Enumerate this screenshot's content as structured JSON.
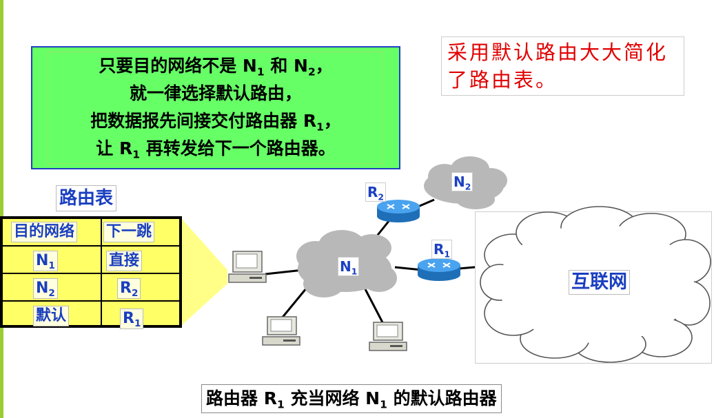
{
  "policy_box": {
    "line1_a": "只要目的网络不是 N",
    "line1_sub1": "1",
    "line1_b": " 和 N",
    "line1_sub2": "2",
    "line1_c": "，",
    "line2": "就一律选择默认路由，",
    "line3_a": "把数据报先间接交付路由器 R",
    "line3_sub": "1",
    "line3_b": "，",
    "line4_a": "让 R",
    "line4_sub": "1",
    "line4_b": " 再转发给下一个路由器。"
  },
  "note": {
    "text": "采用默认路由大大简化了路由表。"
  },
  "routing_table": {
    "title": "路由表",
    "headers": [
      "目的网络",
      "下一跳"
    ],
    "rows": [
      {
        "dest": "N",
        "dest_sub": "1",
        "next": "直接",
        "next_sub": ""
      },
      {
        "dest": "N",
        "dest_sub": "2",
        "next": "R",
        "next_sub": "2"
      },
      {
        "dest": "默认",
        "dest_sub": "",
        "next": "R",
        "next_sub": "1"
      }
    ]
  },
  "network": {
    "n1_label": "N",
    "n1_sub": "1",
    "n2_label": "N",
    "n2_sub": "2",
    "r1_label": "R",
    "r1_sub": "1",
    "r2_label": "R",
    "r2_sub": "2",
    "internet_label": "互联网"
  },
  "caption": {
    "a": "路由器 R",
    "sub1": "1",
    "b": " 充当网络 N",
    "sub2": "1",
    "c": " 的默认路由器"
  },
  "colors": {
    "policy_bg": "#66ff66",
    "note_text": "#e00000",
    "label_blue": "#1a3fc0",
    "table_bg": "#ffff66",
    "router_blue": "#2f8fe0",
    "cloud_gray": "#b8b8b8"
  },
  "icons": [
    "router-icon",
    "computer-icon",
    "cloud-icon"
  ]
}
